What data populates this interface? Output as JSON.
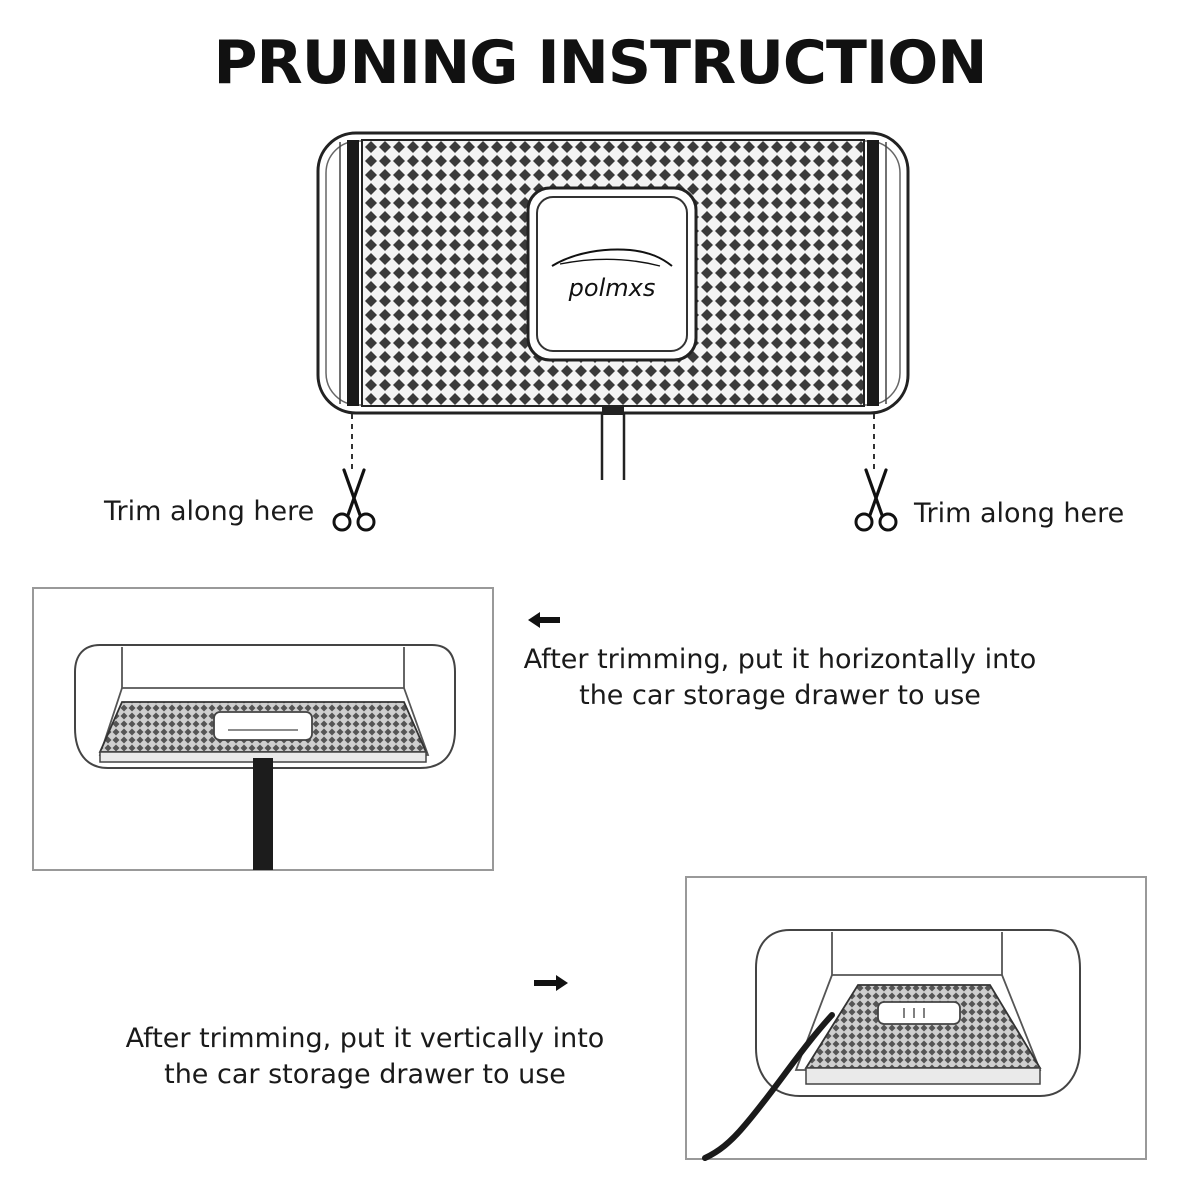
{
  "title": "PRUNING INSTRUCTION",
  "brand": {
    "logo_text": "polmxs"
  },
  "trim": {
    "left_label": "Trim along here",
    "right_label": "Trim along here"
  },
  "steps": [
    {
      "direction": "left",
      "line1": "After trimming, put it horizontally into",
      "line2": "the car storage drawer to use"
    },
    {
      "direction": "right",
      "line1": "After trimming, put it vertically into",
      "line2": "the car storage drawer to use"
    }
  ],
  "icons": {
    "scissors": "scissors-icon",
    "arrow_left": "arrow-left-icon",
    "arrow_right": "arrow-right-icon"
  },
  "colors": {
    "ink": "#111111",
    "frame": "#888888",
    "pad": "#9a9a9a"
  }
}
